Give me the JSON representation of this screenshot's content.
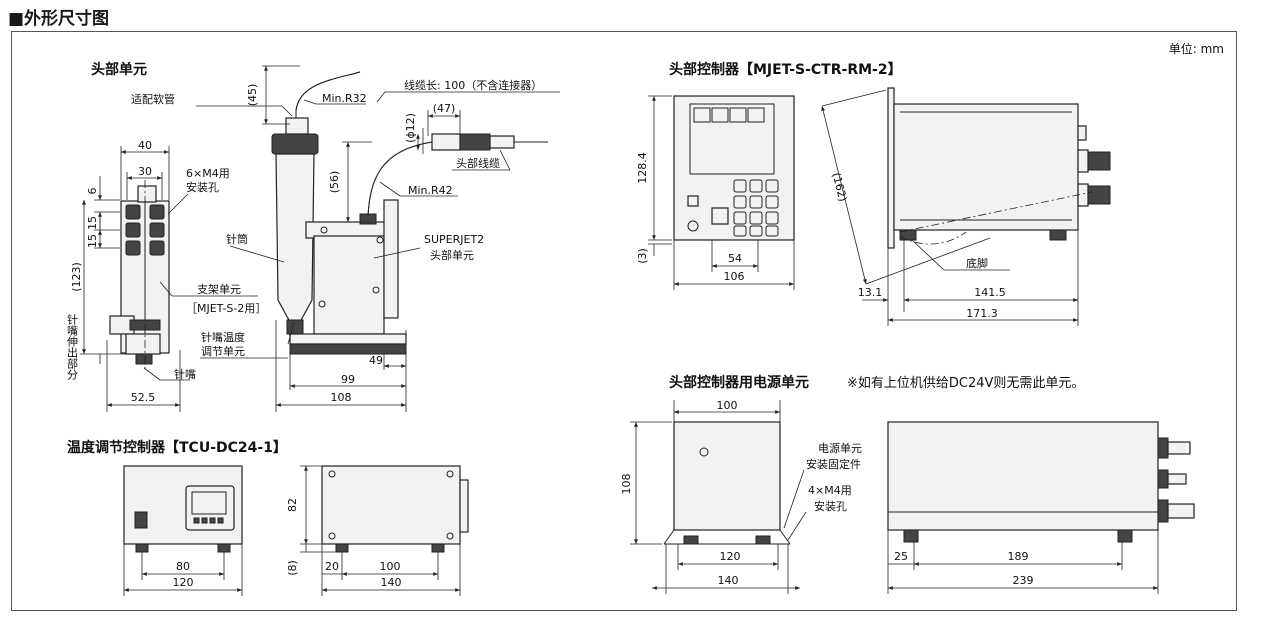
{
  "title": "■外形尺寸图",
  "unit": "单位: mm",
  "head_unit": {
    "title": "头部单元",
    "labels": {
      "hose": "适配软管",
      "min_r32": "Min.R32",
      "cable_len": "线缆长: 100（不含连接器）",
      "d12": "(ϕ12)",
      "d47": "(47)",
      "head_cable": "头部线缆",
      "min_r42": "Min.R42",
      "holes_1": "6×M4用",
      "holes_2": "安装孔",
      "syringe": "针筒",
      "superjet_1": "SUPERJET2",
      "superjet_2": "头部单元",
      "bracket_1": "支架单元",
      "bracket_2": "［MJET-S-2用］",
      "nozzle_temp_1": "针嘴温度",
      "nozzle_temp_2": "调节单元",
      "nozzle": "针嘴",
      "nozzle_protrude": "针嘴伸出部分"
    },
    "dims": {
      "d40": "40",
      "d30": "30",
      "d6": "6",
      "d15a": "15",
      "d15b": "15",
      "d123": "(123)",
      "d52_5": "52.5",
      "d45": "(45)",
      "d56": "(56)",
      "d49": "49",
      "d99": "99",
      "d108": "108"
    }
  },
  "controller": {
    "title": "头部控制器【MJET-S-CTR-RM-2】",
    "labels": {
      "foot": "底脚"
    },
    "dims": {
      "d128_4": "128.4",
      "d3": "(3)",
      "d54": "54",
      "d106": "106",
      "d162": "(162)",
      "d13_1": "13.1",
      "d141_5": "141.5",
      "d171_3": "171.3"
    }
  },
  "tcu": {
    "title": "温度调节控制器【TCU-DC24-1】",
    "dims": {
      "d80": "80",
      "d120": "120",
      "d82": "82",
      "d8": "(8)",
      "d20": "20",
      "d100": "100",
      "d140": "140"
    }
  },
  "power": {
    "title": "头部控制器用电源单元",
    "note": "※如有上位机供给DC24V则无需此单元。",
    "labels": {
      "fix_1": "电源单元",
      "fix_2": "安装固定件",
      "holes_1": "4×M4用",
      "holes_2": "安装孔"
    },
    "dims": {
      "d100": "100",
      "d108": "108",
      "d120": "120",
      "d140": "140",
      "d25": "25",
      "d189": "189",
      "d239": "239"
    }
  }
}
